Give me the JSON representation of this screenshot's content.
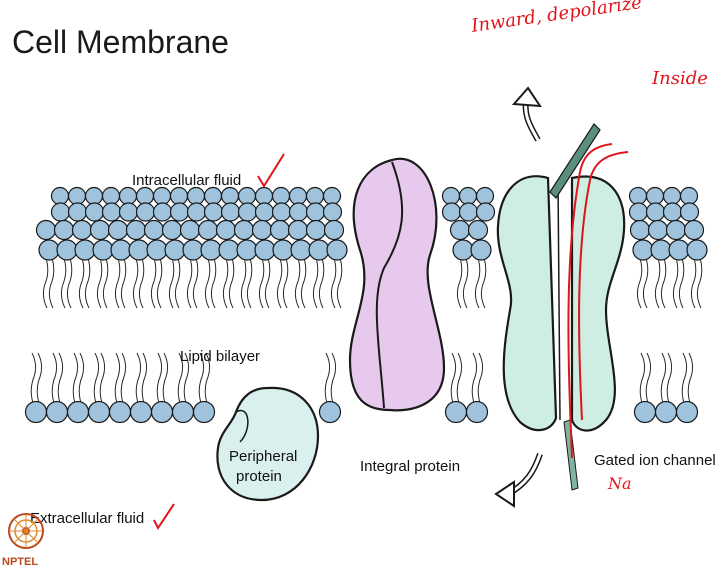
{
  "title": "Cell Membrane",
  "labels": {
    "intracellular": "Intracellular fluid",
    "extracellular": "Extracellular fluid",
    "lipid_bilayer": "Lipid bilayer",
    "peripheral_line1": "Peripheral",
    "peripheral_line2": "protein",
    "integral": "Integral protein",
    "gated": "Gated ion channel"
  },
  "annotations": {
    "inward": "Inward, depolarize",
    "inside": "Inside",
    "na": "Na"
  },
  "logo": {
    "text": "NPTEL"
  },
  "colors": {
    "phospholipid_head": "#9fc3dd",
    "integral_protein": "#e8c9ee",
    "channel_protein": "#cdeee0",
    "peripheral_protein": "#d9f0ee",
    "annotation_red": "#e0141b",
    "gate": "#5a8f7f"
  }
}
